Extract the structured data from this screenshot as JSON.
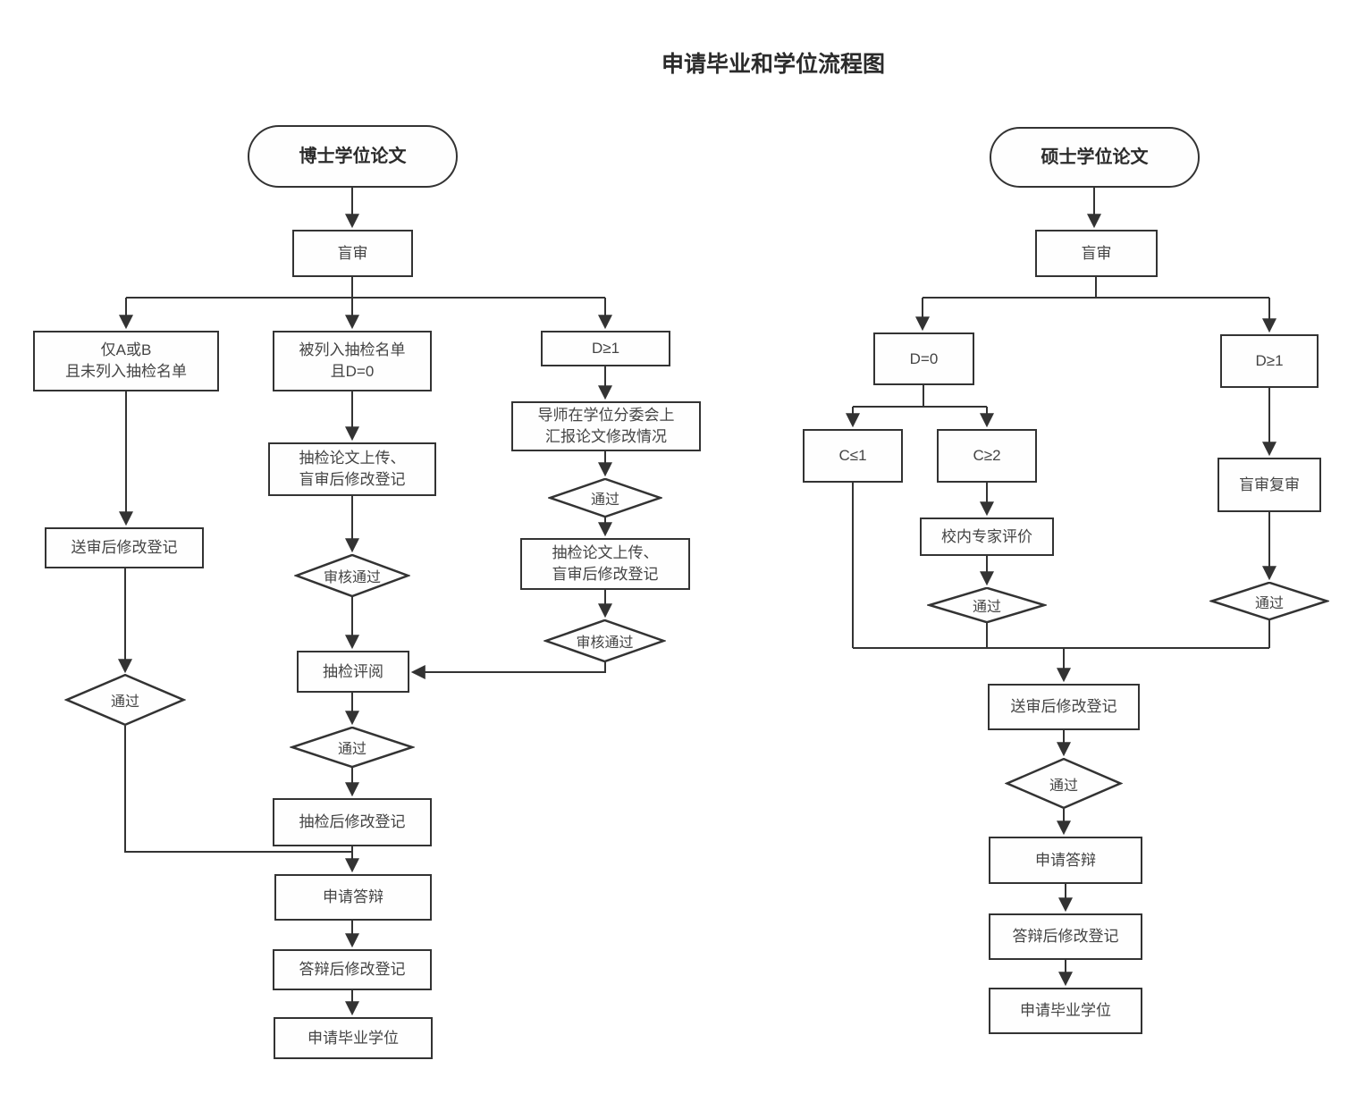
{
  "title": "申请毕业和学位流程图",
  "colors": {
    "line": "#333333",
    "text": "#444444",
    "background": "#ffffff"
  },
  "doctor": {
    "start": "博士学位论文",
    "blind_review": "盲审",
    "branch_only_ab": "仅A或B\n且未列入抽检名单",
    "branch_listed_d0": "被列入抽检名单\n且D=0",
    "branch_d_ge_1": "D≥1",
    "mentor_report": "导师在学位分委会上\n汇报论文修改情况",
    "pass_after_mentor": "通过",
    "upload_right": "抽检论文上传、\n盲审后修改登记",
    "check_pass_right": "审核通过",
    "upload_mid": "抽检论文上传、\n盲审后修改登记",
    "check_pass_mid": "审核通过",
    "spot_review": "抽检评阅",
    "pass_after_review": "通过",
    "after_spot_reg": "抽检后修改登记",
    "send_review_reg": "送审后修改登记",
    "pass_left": "通过",
    "apply_defense": "申请答辩",
    "after_defense_reg": "答辩后修改登记",
    "apply_degree": "申请毕业学位"
  },
  "master": {
    "start": "硕士学位论文",
    "blind_review": "盲审",
    "d_equals_0": "D=0",
    "d_ge_1": "D≥1",
    "c_le_1": "C≤1",
    "c_ge_2": "C≥2",
    "expert_eval": "校内专家评价",
    "pass_expert": "通过",
    "blind_recheck": "盲审复审",
    "pass_recheck": "通过",
    "send_review_reg": "送审后修改登记",
    "pass_send": "通过",
    "apply_defense": "申请答辩",
    "after_defense_reg": "答辩后修改登记",
    "apply_degree": "申请毕业学位"
  }
}
